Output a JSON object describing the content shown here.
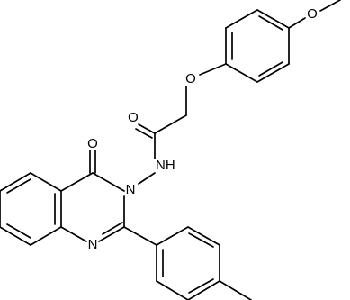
{
  "molecule": {
    "atoms": {
      "methoxy_o": "O",
      "ether_o": "O",
      "carbonyl_o": "O",
      "amide_nh": "NH",
      "ring_n3": "N",
      "ring_n1": "N",
      "quinazolinone_o": "O"
    },
    "colors": {
      "bond": "#000000",
      "label": "#000000",
      "background": "#ffffff"
    }
  }
}
